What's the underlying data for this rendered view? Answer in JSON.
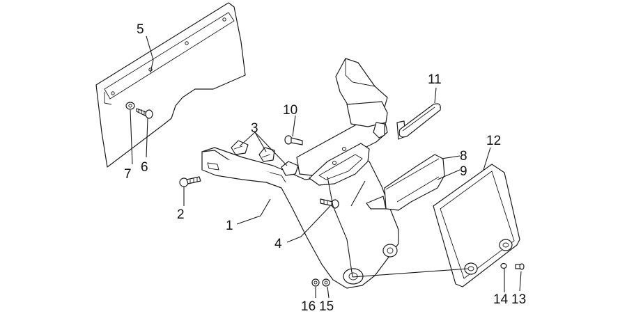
{
  "diagram": {
    "callouts": [
      {
        "id": "c1",
        "text": "1"
      },
      {
        "id": "c2",
        "text": "2"
      },
      {
        "id": "c3",
        "text": "3"
      },
      {
        "id": "c4",
        "text": "4"
      },
      {
        "id": "c5",
        "text": "5"
      },
      {
        "id": "c6",
        "text": "6"
      },
      {
        "id": "c7",
        "text": "7"
      },
      {
        "id": "c8",
        "text": "8"
      },
      {
        "id": "c9",
        "text": "9"
      },
      {
        "id": "c10",
        "text": "10"
      },
      {
        "id": "c11",
        "text": "11"
      },
      {
        "id": "c12",
        "text": "12"
      },
      {
        "id": "c13",
        "text": "13"
      },
      {
        "id": "c14",
        "text": "14"
      },
      {
        "id": "c15",
        "text": "15"
      },
      {
        "id": "c16",
        "text": "16"
      }
    ]
  },
  "colors": {
    "line": "#1a1a1a",
    "fill": "#ffffff",
    "background": "#ffffff"
  }
}
